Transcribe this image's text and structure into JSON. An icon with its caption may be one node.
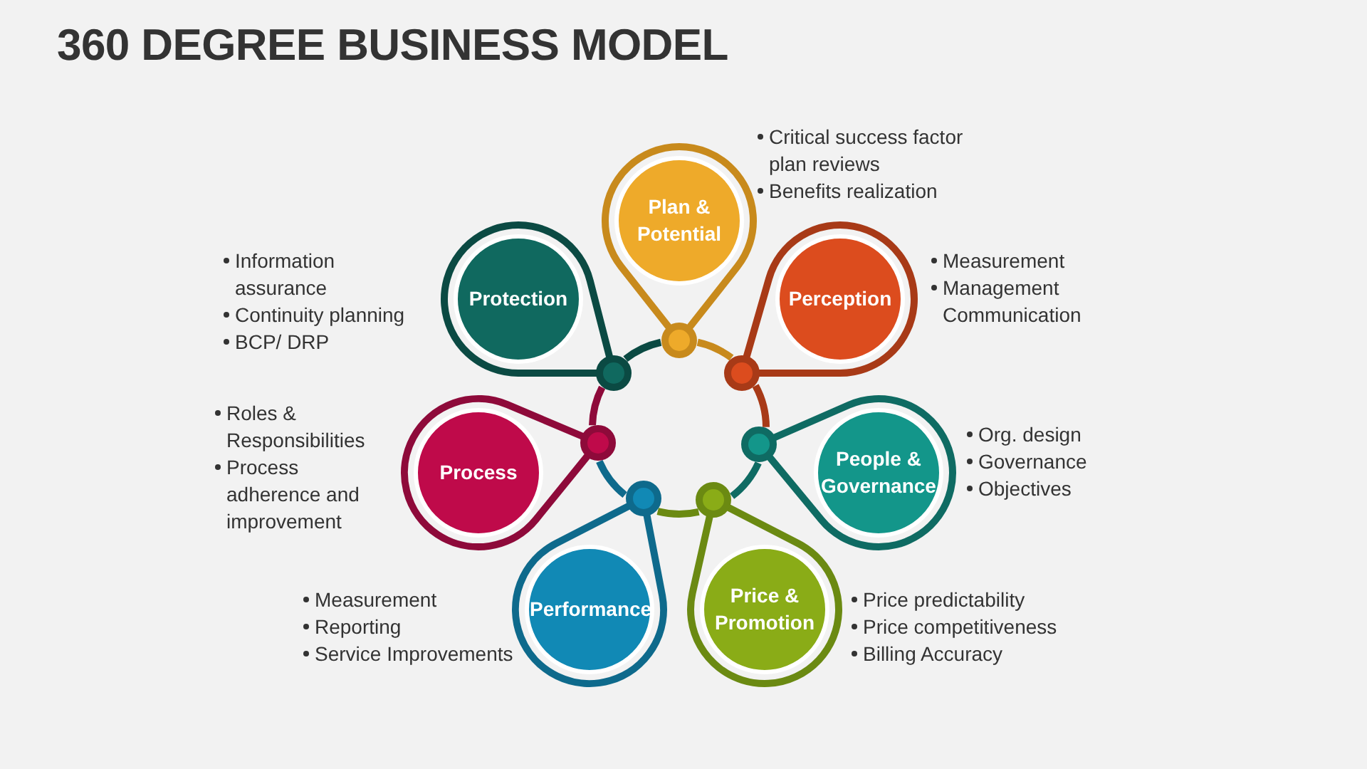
{
  "diagram": {
    "title": "360 DEGREE BUSINESS MODEL",
    "nodes": [
      {
        "text": [
          "Plan & Potential"
        ],
        "beside": [
          "Critical success factor  plan reviews",
          "Benefits realization"
        ]
      },
      {
        "text": [
          "Perception"
        ],
        "beside": [
          "Measurement",
          "Management Communication"
        ]
      },
      {
        "text": [
          "People & Governance"
        ],
        "beside": [
          "Org. design",
          "Governance",
          "Objectives"
        ]
      },
      {
        "text": [
          "Price & Promotion"
        ],
        "beside": [
          "Price predictability",
          "Price competitiveness",
          "Billing Accuracy"
        ]
      },
      {
        "text": [
          "Performance"
        ],
        "beside": [
          "Measurement",
          "Reporting",
          "Service Improvements"
        ]
      },
      {
        "text": [
          "Process"
        ],
        "beside": [
          "Roles & Responsibilities",
          "Process adherence and improvement"
        ]
      },
      {
        "text": [
          "Protection"
        ],
        "beside": [
          "Information assurance",
          "Continuity planning",
          "BCP/ DRP"
        ]
      }
    ],
    "edges": [
      {
        "from": 0,
        "to": 1,
        "arrow": "none",
        "color": "#c88a1c"
      },
      {
        "from": 1,
        "to": 2,
        "arrow": "none",
        "color": "#a83a17"
      },
      {
        "from": 2,
        "to": 3,
        "arrow": "none",
        "color": "#0f6b63"
      },
      {
        "from": 3,
        "to": 4,
        "arrow": "none",
        "color": "#6b8a12"
      },
      {
        "from": 4,
        "to": 5,
        "arrow": "none",
        "color": "#0e6a8c"
      },
      {
        "from": 5,
        "to": 6,
        "arrow": "none",
        "color": "#8e0a3a"
      },
      {
        "from": 6,
        "to": 0,
        "arrow": "none",
        "color": "#0b4a43"
      }
    ]
  }
}
